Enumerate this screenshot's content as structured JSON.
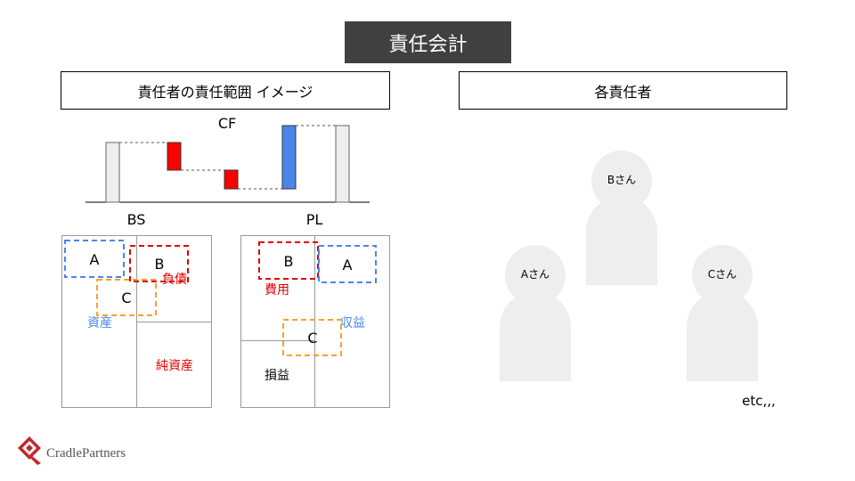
{
  "title": "責任会計",
  "left_panel": {
    "header": "責任者の責任範囲 イメージ",
    "cf_label": "CF",
    "bs": {
      "label": "BS",
      "assets": "資産",
      "liabilities": "負債",
      "net_assets": "純資産",
      "box_a": "A",
      "box_b": "B",
      "box_c": "C"
    },
    "pl": {
      "label": "PL",
      "expenses": "費用",
      "revenue": "収益",
      "profit_loss": "損益",
      "box_a": "A",
      "box_b": "B",
      "box_c": "C"
    }
  },
  "right_panel": {
    "header": "各責任者",
    "people": [
      "Aさん",
      "Bさん",
      "Cさん"
    ],
    "etc": "etc,,,"
  },
  "logo": {
    "text": "CradlePartners"
  },
  "colors": {
    "title_bg": "#404040",
    "red": "#e00000",
    "blue": "#4a86e8",
    "orange": "#f6a12b",
    "person_gray": "#eeeeee",
    "bar_gray": "#eeeeee"
  }
}
